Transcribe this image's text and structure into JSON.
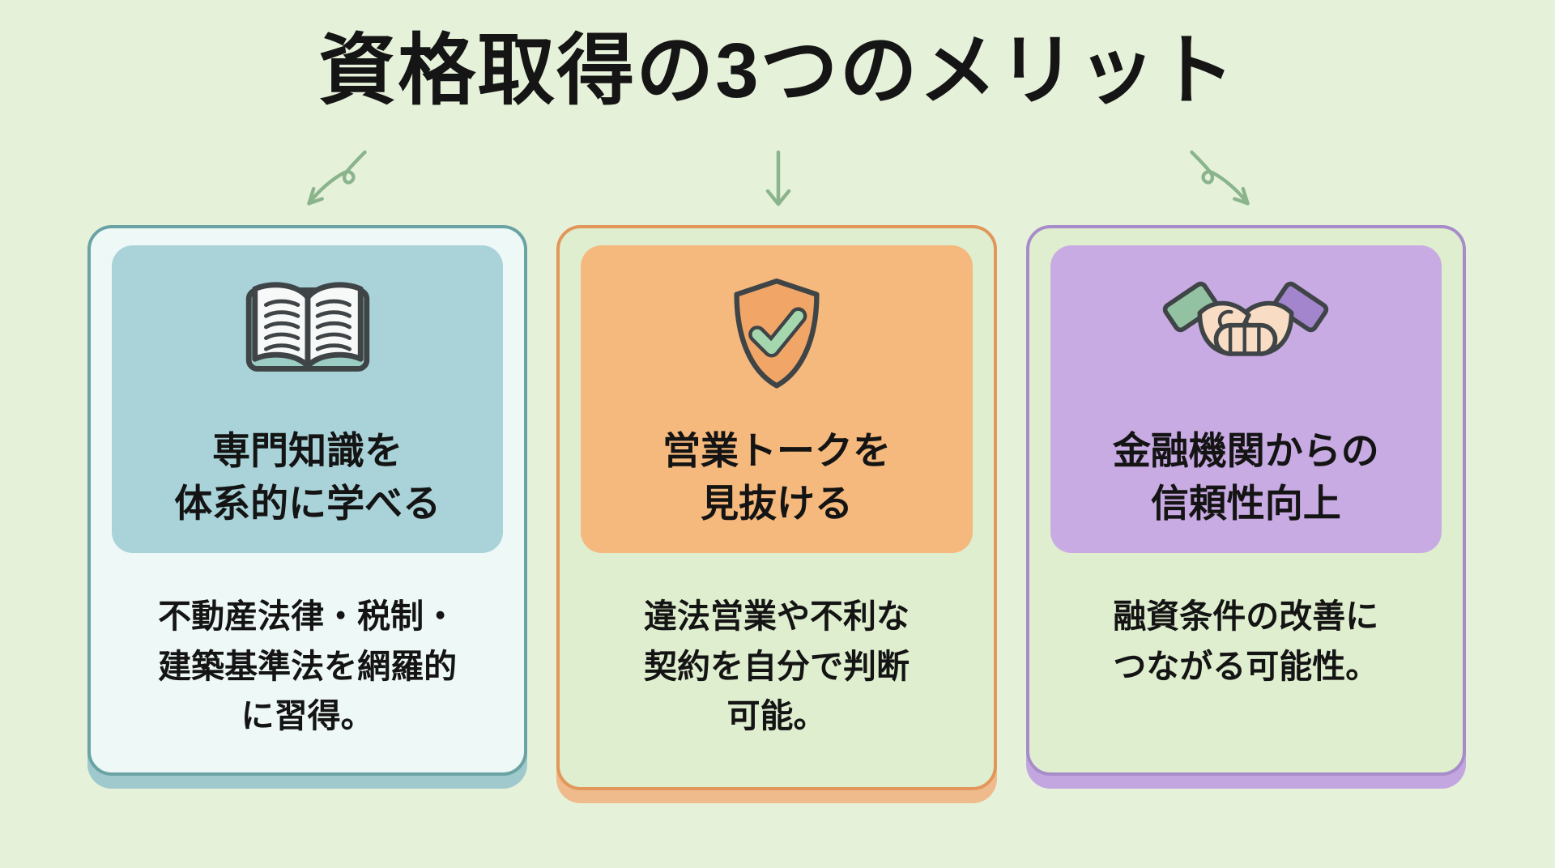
{
  "page": {
    "title": "資格取得の3つのメリット",
    "background_color": "#e6f1da",
    "arrow_color": "#8ab48c",
    "text_color": "#141414",
    "arrows": [
      "curved-arrow-left-icon",
      "straight-arrow-down-icon",
      "curved-arrow-right-icon"
    ]
  },
  "cards": [
    {
      "id": "knowledge",
      "icon": "open-book-icon",
      "title_lines": [
        "専門知識を",
        "体系的に学べる"
      ],
      "desc_lines": [
        "不動産法律・税制・",
        "建築基準法を網羅的",
        "に習得。"
      ],
      "colors": {
        "accent": "#6aa3a3",
        "outer_bg": "#eef8f6",
        "panel": "#a9d3d9",
        "shadow": "#9fc9cd"
      }
    },
    {
      "id": "sales-talk",
      "icon": "shield-check-icon",
      "title_lines": [
        "営業トークを",
        "見抜ける"
      ],
      "desc_lines": [
        "違法営業や不利な",
        "契約を自分で判断",
        "可能。"
      ],
      "colors": {
        "accent": "#e2975a",
        "outer_bg": "#dfeecf",
        "panel": "#f5b87d",
        "shadow": "#f0bb8c"
      }
    },
    {
      "id": "finance-trust",
      "icon": "handshake-icon",
      "title_lines": [
        "金融機関からの",
        "信頼性向上"
      ],
      "desc_lines": [
        "融資条件の改善に",
        "つながる可能性。"
      ],
      "colors": {
        "accent": "#a78cca",
        "outer_bg": "#dfeecf",
        "panel": "#c9abe4",
        "shadow": "#c3a6df"
      }
    }
  ]
}
